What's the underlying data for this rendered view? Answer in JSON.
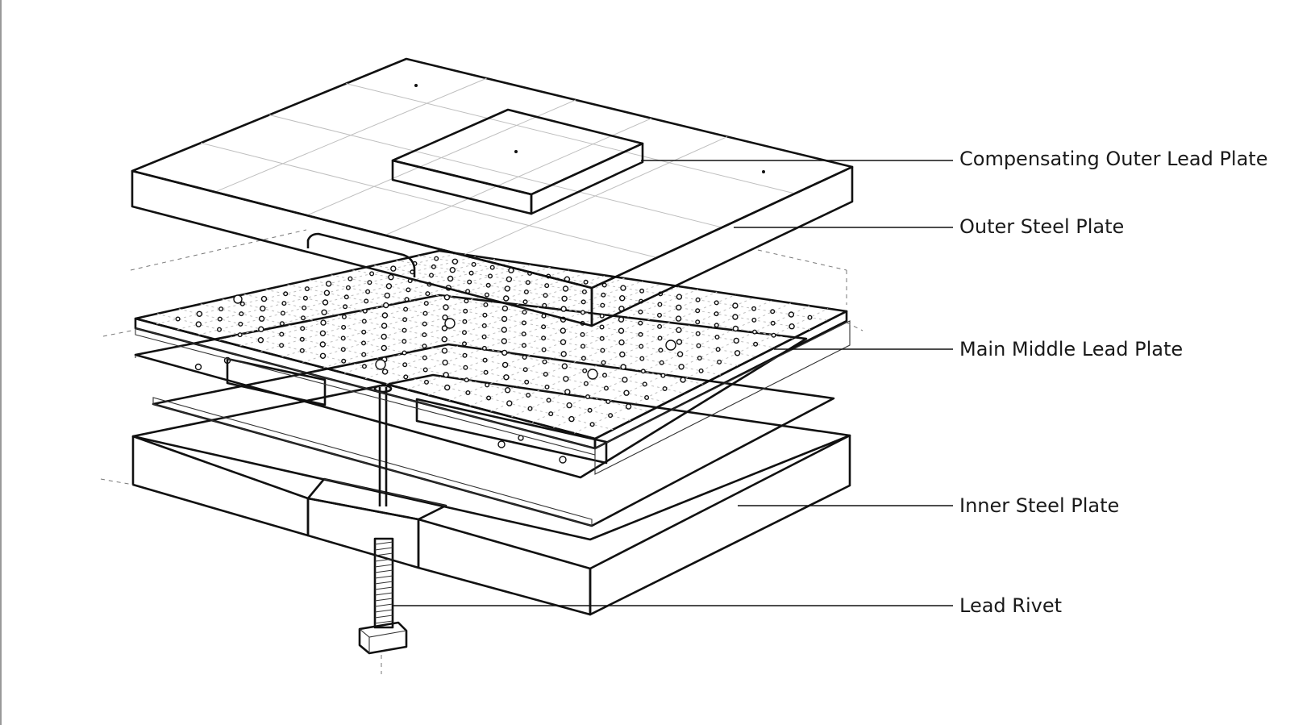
{
  "diagram": {
    "labels": {
      "compensating_outer_lead_plate": "Compensating Outer Lead Plate",
      "outer_steel_plate": "Outer Steel Plate",
      "main_middle_lead_plate": "Main Middle Lead Plate",
      "inner_steel_plate": "Inner Steel Plate",
      "lead_rivet": "Lead Rivet"
    },
    "colors": {
      "line": "#111111",
      "background": "#ffffff"
    }
  }
}
